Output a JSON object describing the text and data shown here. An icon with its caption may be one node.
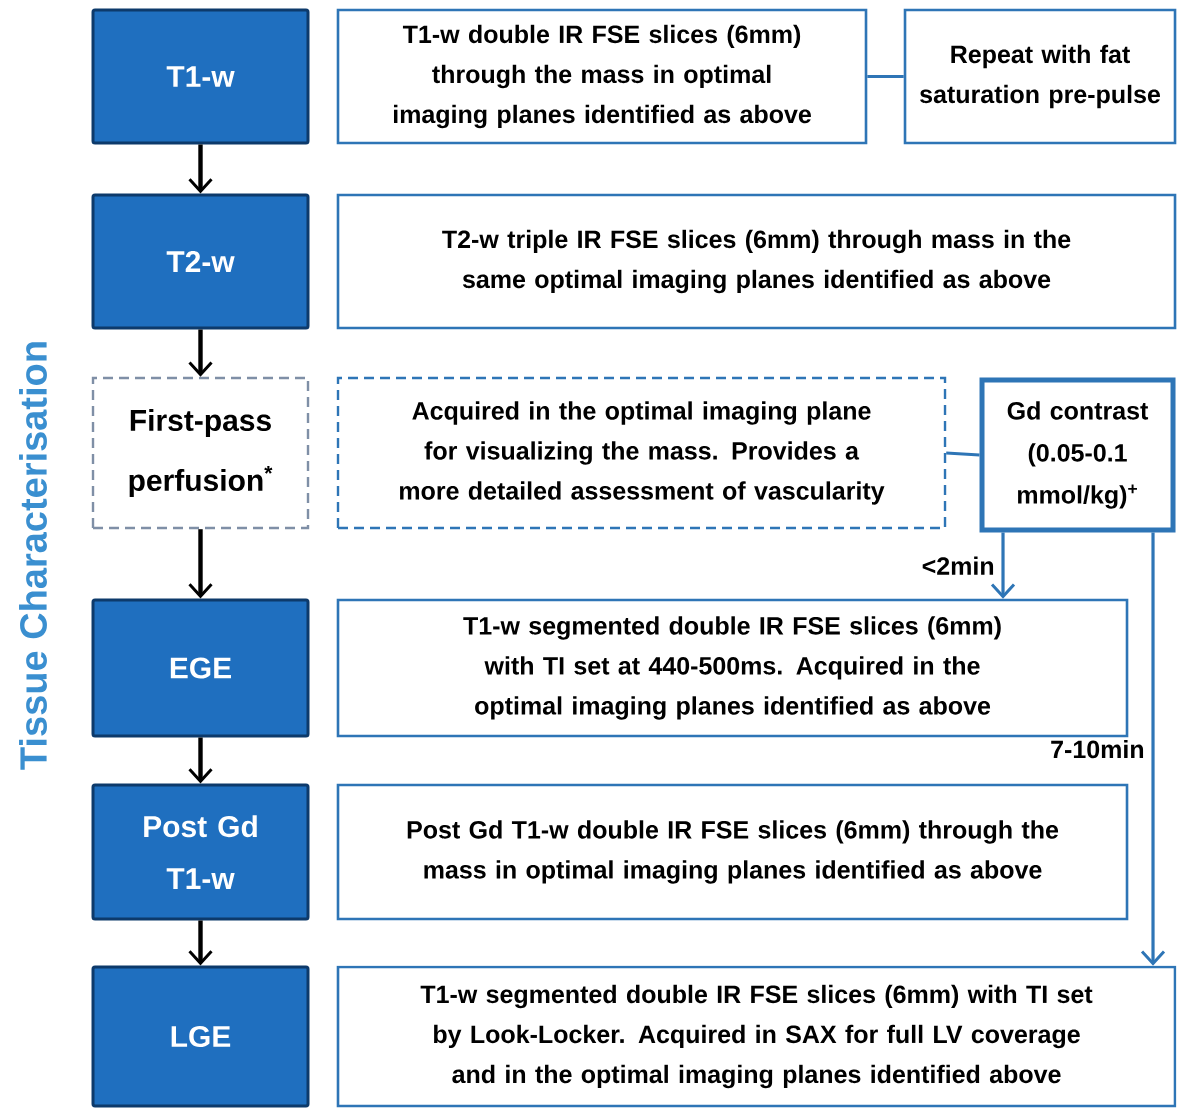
{
  "diagram": {
    "title": "Tissue Characterisation",
    "nodes": [
      {
        "text": [
          "T1-w"
        ]
      },
      {
        "text": [
          "T1-w double IR FSE slices (6mm) through the mass in optimal imaging planes identified as above"
        ]
      },
      {
        "text": [
          "Repeat with fat saturation pre-pulse"
        ]
      },
      {
        "text": [
          "T2-w"
        ]
      },
      {
        "text": [
          "T2-w triple IR FSE slices (6mm) through mass in the same optimal imaging planes identified as above"
        ]
      },
      {
        "text": [
          "First-pass perfusion$^{*}$"
        ]
      },
      {
        "text": [
          "Acquired in the optimal imaging plane for visualizing the mass. Provides a more detailed assessment of vascularity"
        ]
      },
      {
        "text": [
          "Gd contrast (0.05-0.1 mmol/kg)$^{+}$"
        ]
      },
      {
        "text": [
          "EGE"
        ]
      },
      {
        "text": [
          "T1-w segmented double IR FSE slices (6mm) with TI set at 440-500ms. Acquired in the optimal imaging planes identified as above"
        ]
      },
      {
        "text": [
          "Post Gd T1-w"
        ]
      },
      {
        "text": [
          "Post Gd T1-w double IR FSE slices (6mm) through the mass in optimal imaging planes identified as above"
        ]
      },
      {
        "text": [
          "LGE"
        ]
      },
      {
        "text": [
          "T1-w segmented double IR FSE slices (6mm) with TI set by Look-Locker. Acquired in SAX for full LV coverage and in the optimal imaging planes identified above"
        ]
      }
    ],
    "edges": [
      {
        "from": 0,
        "to": 3,
        "arrow": "to"
      },
      {
        "from": 3,
        "to": 5,
        "arrow": "to"
      },
      {
        "from": 5,
        "to": 8,
        "arrow": "to"
      },
      {
        "from": 8,
        "to": 10,
        "arrow": "to"
      },
      {
        "from": 10,
        "to": 12,
        "arrow": "to"
      },
      {
        "from": 1,
        "to": 2,
        "arrow": "none",
        "color": "#2e75b6"
      },
      {
        "from": 6,
        "to": 7,
        "arrow": "none",
        "color": "#2e75b6"
      },
      {
        "from": 7,
        "to": 9,
        "arrow": "to",
        "label": "<2min",
        "color": "#2e75b6"
      },
      {
        "from": 7,
        "to": 13,
        "arrow": "to",
        "label": "7-10min",
        "color": "#2e75b6"
      }
    ]
  }
}
